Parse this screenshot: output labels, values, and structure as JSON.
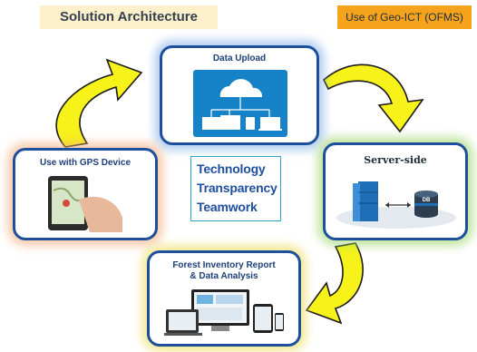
{
  "header": {
    "left_title": "Solution Architecture",
    "right_title": "Use of Geo-ICT (OFMS)"
  },
  "cards": {
    "upload": {
      "title": "Data Upload",
      "icon": "cloud-devices-icon"
    },
    "gps": {
      "title": "Use with GPS Device",
      "icon": "tablet-map-icon"
    },
    "server": {
      "title": "Server-side",
      "icon": "server-database-icon",
      "db_label": "DB"
    },
    "report": {
      "title_line1": "Forest Inventory Report",
      "title_line2": "& Data Analysis",
      "icon": "multi-device-dashboard-icon"
    }
  },
  "center": {
    "lines": [
      "Technology",
      "Transparency",
      "Teamwork"
    ]
  },
  "colors": {
    "card_border": "#1d4f9c",
    "arrow_fill": "#f7f21a",
    "arrow_stroke": "#1a1a1a",
    "left_header_bg": "#fff0cc",
    "right_header_bg": "#f5a21c",
    "keyword_text": "#1f4fa0",
    "center_border": "#2aa7c7"
  }
}
